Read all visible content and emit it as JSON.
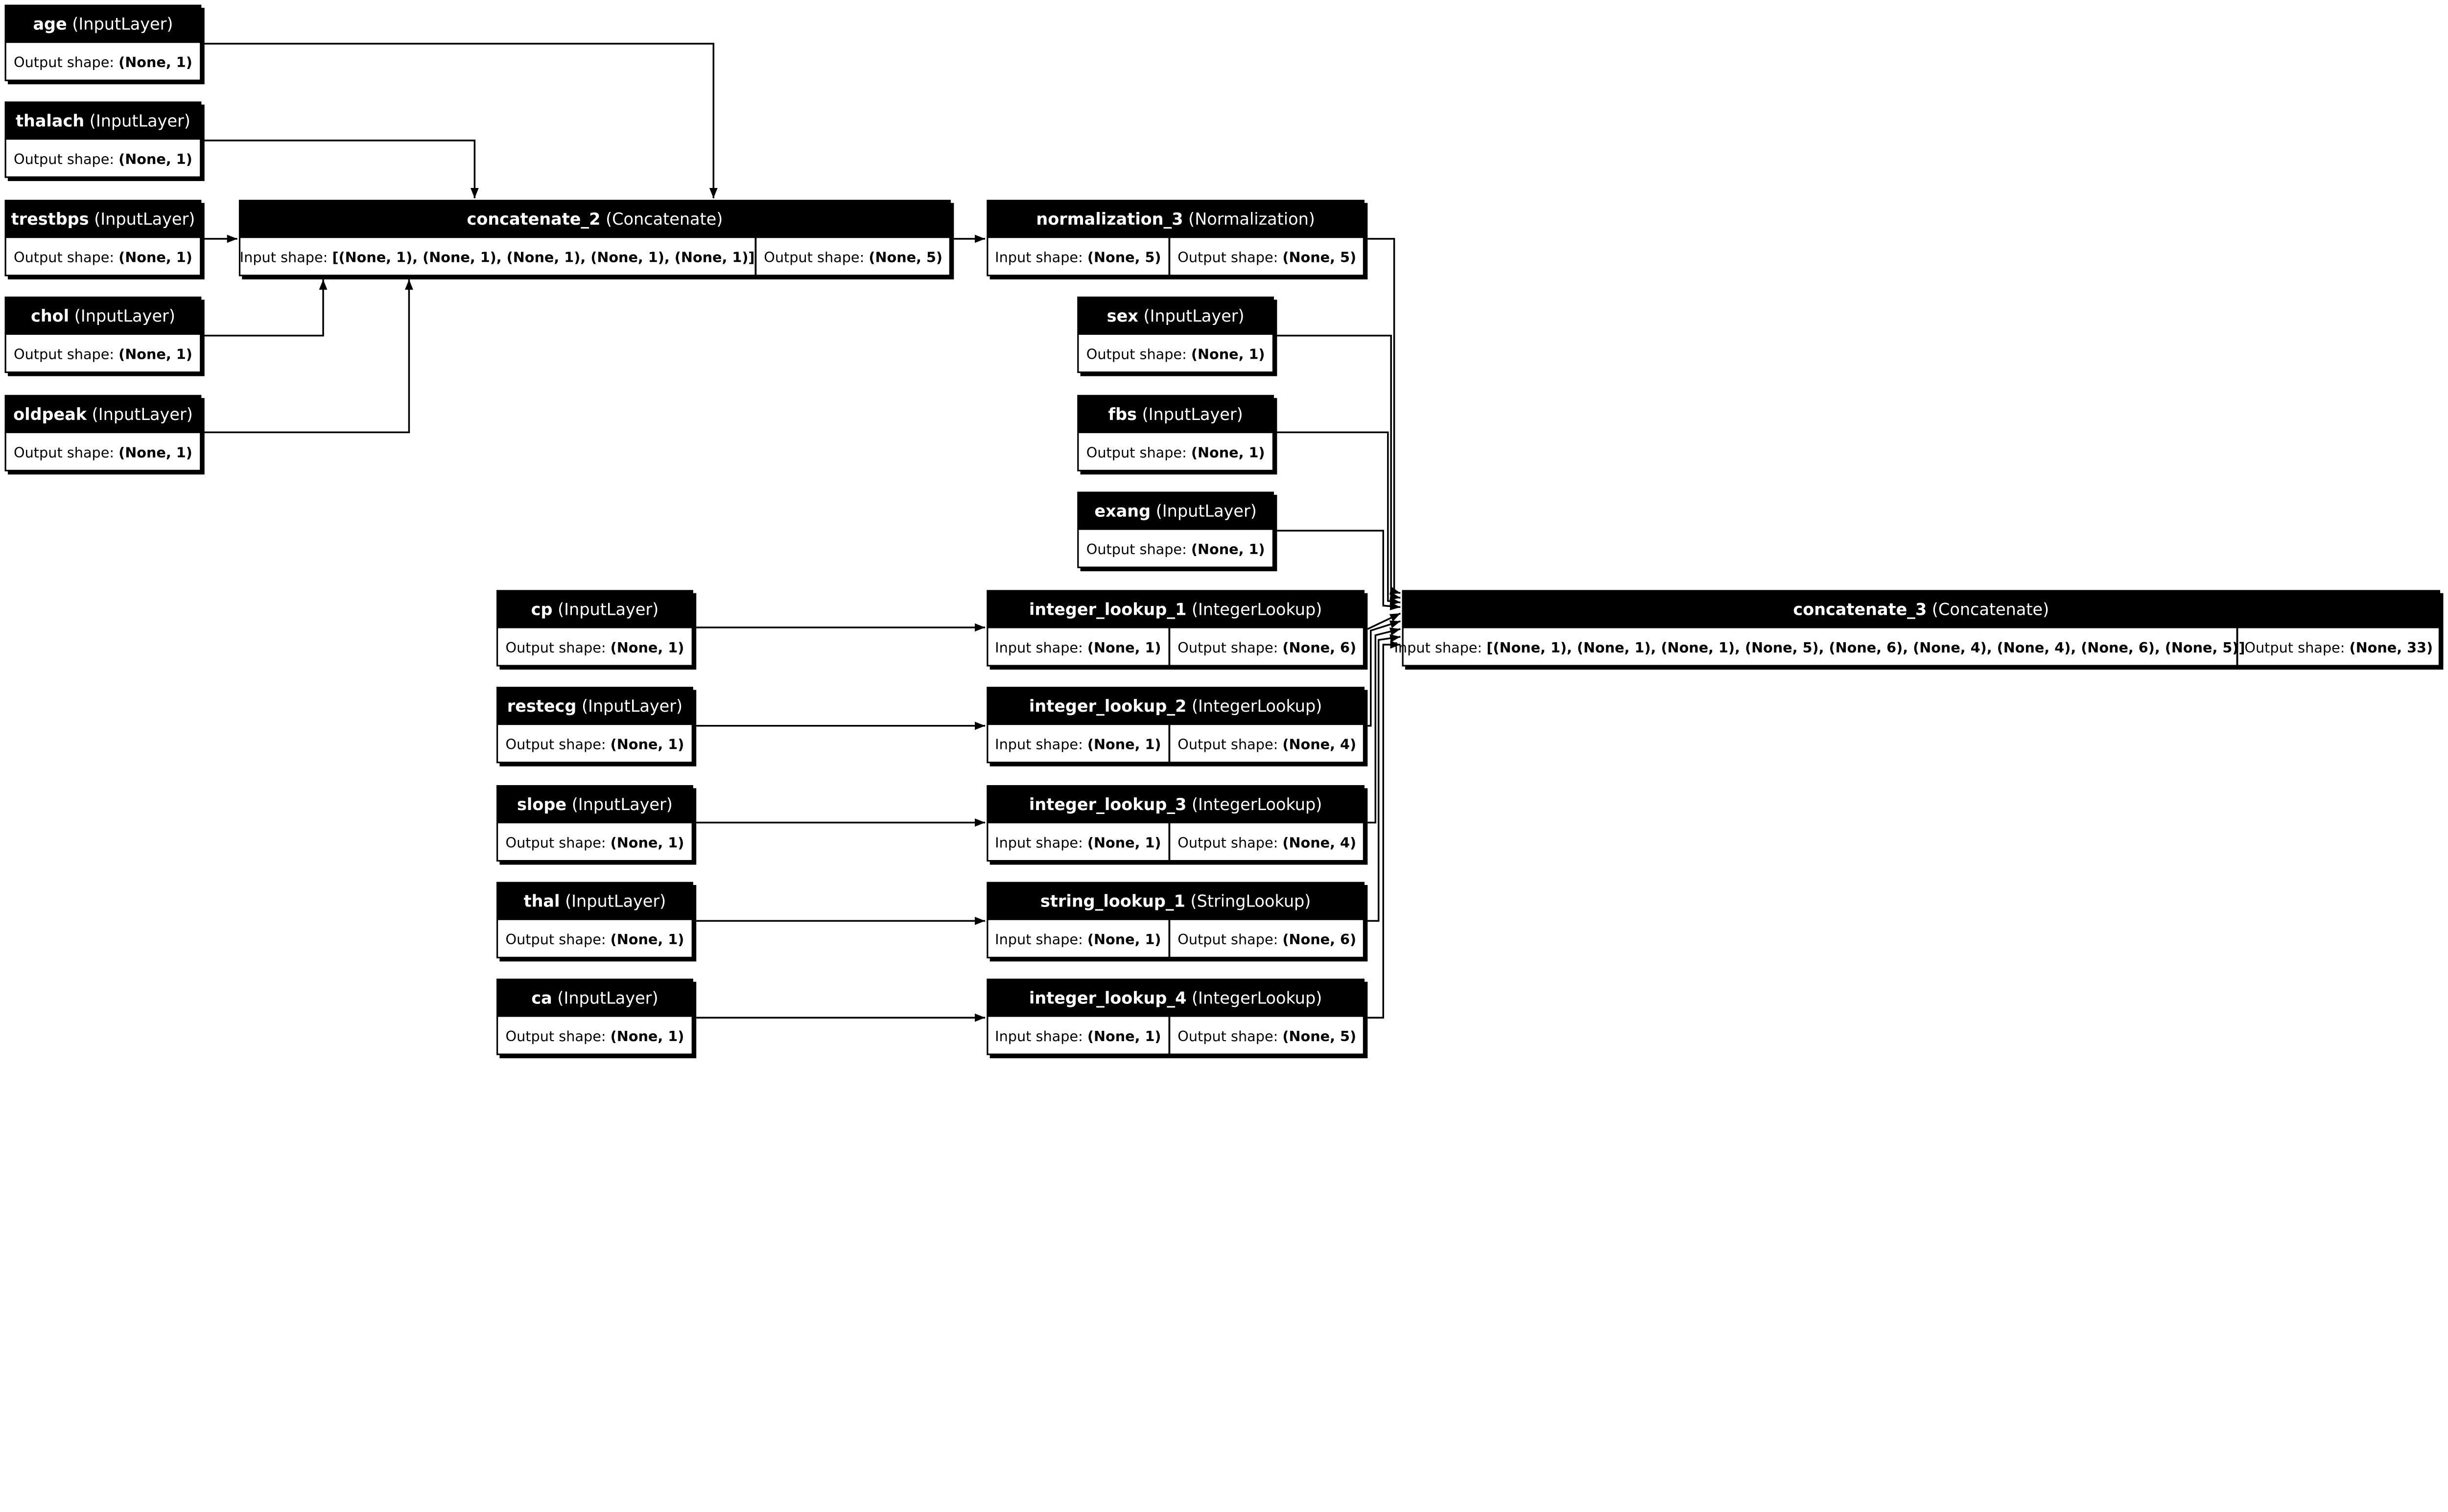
{
  "labels": {
    "input_prefix": "Input shape: ",
    "output_prefix": "Output shape: "
  },
  "colors": {
    "header": "#000000",
    "header_text": "#ffffff",
    "body": "#ffffff",
    "line": "#000000"
  },
  "nodes": [
    {
      "id": "age",
      "name": "age",
      "type": "(InputLayer)",
      "output": "(None, 1)"
    },
    {
      "id": "thalach",
      "name": "thalach",
      "type": "(InputLayer)",
      "output": "(None, 1)"
    },
    {
      "id": "trestbps",
      "name": "trestbps",
      "type": "(InputLayer)",
      "output": "(None, 1)"
    },
    {
      "id": "chol",
      "name": "chol",
      "type": "(InputLayer)",
      "output": "(None, 1)"
    },
    {
      "id": "oldpeak",
      "name": "oldpeak",
      "type": "(InputLayer)",
      "output": "(None, 1)"
    },
    {
      "id": "concatenate_2",
      "name": "concatenate_2",
      "type": "(Concatenate)",
      "input": "[(None, 1), (None, 1), (None, 1), (None, 1), (None, 1)]",
      "output": "(None, 5)"
    },
    {
      "id": "normalization_3",
      "name": "normalization_3",
      "type": "(Normalization)",
      "input": "(None, 5)",
      "output": "(None, 5)"
    },
    {
      "id": "sex",
      "name": "sex",
      "type": "(InputLayer)",
      "output": "(None, 1)"
    },
    {
      "id": "fbs",
      "name": "fbs",
      "type": "(InputLayer)",
      "output": "(None, 1)"
    },
    {
      "id": "exang",
      "name": "exang",
      "type": "(InputLayer)",
      "output": "(None, 1)"
    },
    {
      "id": "cp",
      "name": "cp",
      "type": "(InputLayer)",
      "output": "(None, 1)"
    },
    {
      "id": "restecg",
      "name": "restecg",
      "type": "(InputLayer)",
      "output": "(None, 1)"
    },
    {
      "id": "slope",
      "name": "slope",
      "type": "(InputLayer)",
      "output": "(None, 1)"
    },
    {
      "id": "thal",
      "name": "thal",
      "type": "(InputLayer)",
      "output": "(None, 1)"
    },
    {
      "id": "ca",
      "name": "ca",
      "type": "(InputLayer)",
      "output": "(None, 1)"
    },
    {
      "id": "integer_lookup_1",
      "name": "integer_lookup_1",
      "type": "(IntegerLookup)",
      "input": "(None, 1)",
      "output": "(None, 6)"
    },
    {
      "id": "integer_lookup_2",
      "name": "integer_lookup_2",
      "type": "(IntegerLookup)",
      "input": "(None, 1)",
      "output": "(None, 4)"
    },
    {
      "id": "integer_lookup_3",
      "name": "integer_lookup_3",
      "type": "(IntegerLookup)",
      "input": "(None, 1)",
      "output": "(None, 4)"
    },
    {
      "id": "string_lookup_1",
      "name": "string_lookup_1",
      "type": "(StringLookup)",
      "input": "(None, 1)",
      "output": "(None, 6)"
    },
    {
      "id": "integer_lookup_4",
      "name": "integer_lookup_4",
      "type": "(IntegerLookup)",
      "input": "(None, 1)",
      "output": "(None, 5)"
    },
    {
      "id": "concatenate_3",
      "name": "concatenate_3",
      "type": "(Concatenate)",
      "input": "[(None, 1), (None, 1), (None, 1), (None, 5), (None, 6), (None, 4), (None, 4), (None, 6), (None, 5)]",
      "output": "(None, 33)"
    }
  ],
  "edges": [
    {
      "from": "age",
      "to": "concatenate_2"
    },
    {
      "from": "thalach",
      "to": "concatenate_2"
    },
    {
      "from": "trestbps",
      "to": "concatenate_2"
    },
    {
      "from": "chol",
      "to": "concatenate_2"
    },
    {
      "from": "oldpeak",
      "to": "concatenate_2"
    },
    {
      "from": "concatenate_2",
      "to": "normalization_3"
    },
    {
      "from": "normalization_3",
      "to": "concatenate_3"
    },
    {
      "from": "sex",
      "to": "concatenate_3"
    },
    {
      "from": "fbs",
      "to": "concatenate_3"
    },
    {
      "from": "exang",
      "to": "concatenate_3"
    },
    {
      "from": "cp",
      "to": "integer_lookup_1"
    },
    {
      "from": "restecg",
      "to": "integer_lookup_2"
    },
    {
      "from": "slope",
      "to": "integer_lookup_3"
    },
    {
      "from": "thal",
      "to": "string_lookup_1"
    },
    {
      "from": "ca",
      "to": "integer_lookup_4"
    },
    {
      "from": "integer_lookup_1",
      "to": "concatenate_3"
    },
    {
      "from": "integer_lookup_2",
      "to": "concatenate_3"
    },
    {
      "from": "integer_lookup_3",
      "to": "concatenate_3"
    },
    {
      "from": "string_lookup_1",
      "to": "concatenate_3"
    },
    {
      "from": "integer_lookup_4",
      "to": "concatenate_3"
    }
  ]
}
